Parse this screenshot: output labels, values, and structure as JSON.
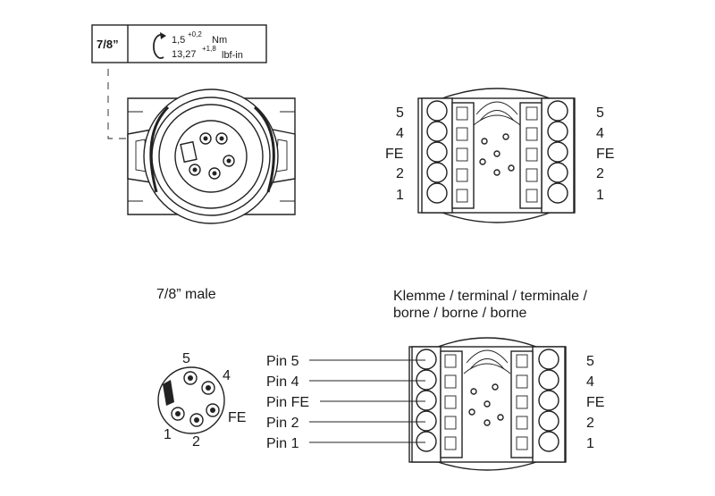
{
  "torque_box": {
    "size": "7/8”",
    "torque_nm": "1,5",
    "torque_nm_tol": "+0,2",
    "torque_nm_unit": "Nm",
    "torque_lbf": "13,27",
    "torque_lbf_tol": "+1,8",
    "torque_lbf_unit": "lbf-in"
  },
  "terminal_top": {
    "left_labels": [
      "5",
      "4",
      "FE",
      "2",
      "1"
    ],
    "right_labels": [
      "5",
      "4",
      "FE",
      "2",
      "1"
    ]
  },
  "male_view": {
    "caption": "7/8” male",
    "pin_labels": {
      "p5": "5",
      "p4": "4",
      "pfe": "FE",
      "p2": "2",
      "p1": "1"
    }
  },
  "terminal_bottom": {
    "caption_line1": "Klemme / terminal / terminale /",
    "caption_line2": "borne / borne / borne",
    "pin_labels": [
      "Pin 5",
      "Pin 4",
      "Pin FE",
      "Pin 2",
      "Pin 1"
    ],
    "right_labels": [
      "5",
      "4",
      "FE",
      "2",
      "1"
    ]
  }
}
